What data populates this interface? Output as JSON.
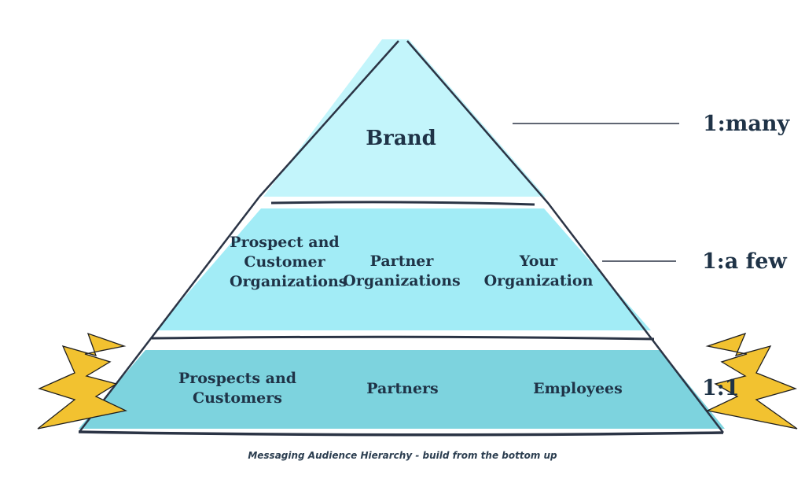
{
  "diagram": {
    "type": "pyramid",
    "colors": {
      "tier_top": "#c3f5fb",
      "tier_middle": "#a2ecf6",
      "tier_bottom": "#7dd3de",
      "outline": "#2b3445",
      "text": "#1f3347",
      "spark_fill": "#f2c230"
    },
    "tiers": [
      {
        "level": "top",
        "ratio": "1:many",
        "items": [
          {
            "label": "Brand"
          }
        ]
      },
      {
        "level": "middle",
        "ratio": "1:a few",
        "items": [
          {
            "label": "Prospect and Customer Organizations"
          },
          {
            "label": "Partner Organizations"
          },
          {
            "label": "Your Organization"
          }
        ]
      },
      {
        "level": "bottom",
        "ratio": "1:1",
        "items": [
          {
            "label": "Prospects and Customers"
          },
          {
            "label": "Partners"
          },
          {
            "label": "Employees"
          }
        ]
      }
    ],
    "decorations": [
      "lightning-bolt-icon",
      "lightning-bolt-icon"
    ],
    "caption": "Messaging Audience Hierarchy - build from the bottom up"
  }
}
